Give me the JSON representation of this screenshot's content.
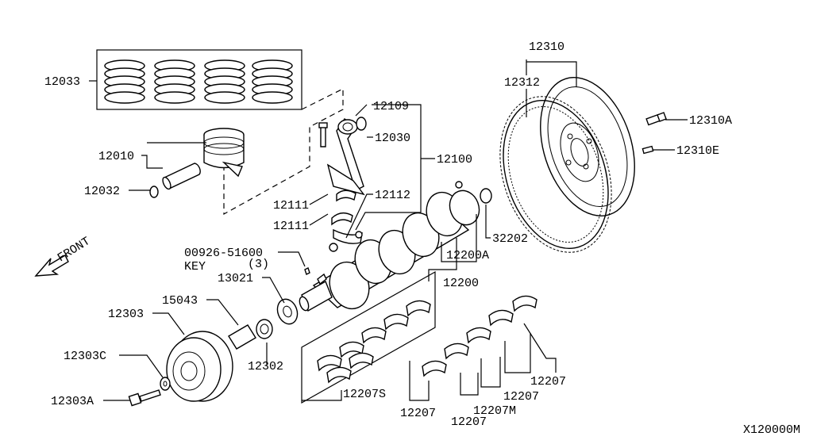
{
  "labels": {
    "l12310": "12310",
    "l12312": "12312",
    "l12310A": "12310A",
    "l12310E": "12310E",
    "l12033": "12033",
    "l12109": "12109",
    "l12030": "12030",
    "l12100": "12100",
    "l12010": "12010",
    "l12032": "12032",
    "l12111a": "12111",
    "l12111b": "12111",
    "l12112": "12112",
    "l32202": "32202",
    "l00926": "00926-51600",
    "lkey": "KEY",
    "lkeyqty": "(3)",
    "l12200A": "12200A",
    "l13021": "13021",
    "l12200": "12200",
    "l15043": "15043",
    "l12303": "12303",
    "l12302": "12302",
    "l12303C": "12303C",
    "l12207S": "12207S",
    "l12303A": "12303A",
    "l12207a": "12207",
    "l12207b": "12207",
    "l12207c": "12207",
    "l12207d": "12207",
    "l12207M": "12207M",
    "front": "FRONT",
    "diagram_id": "X120000M"
  }
}
